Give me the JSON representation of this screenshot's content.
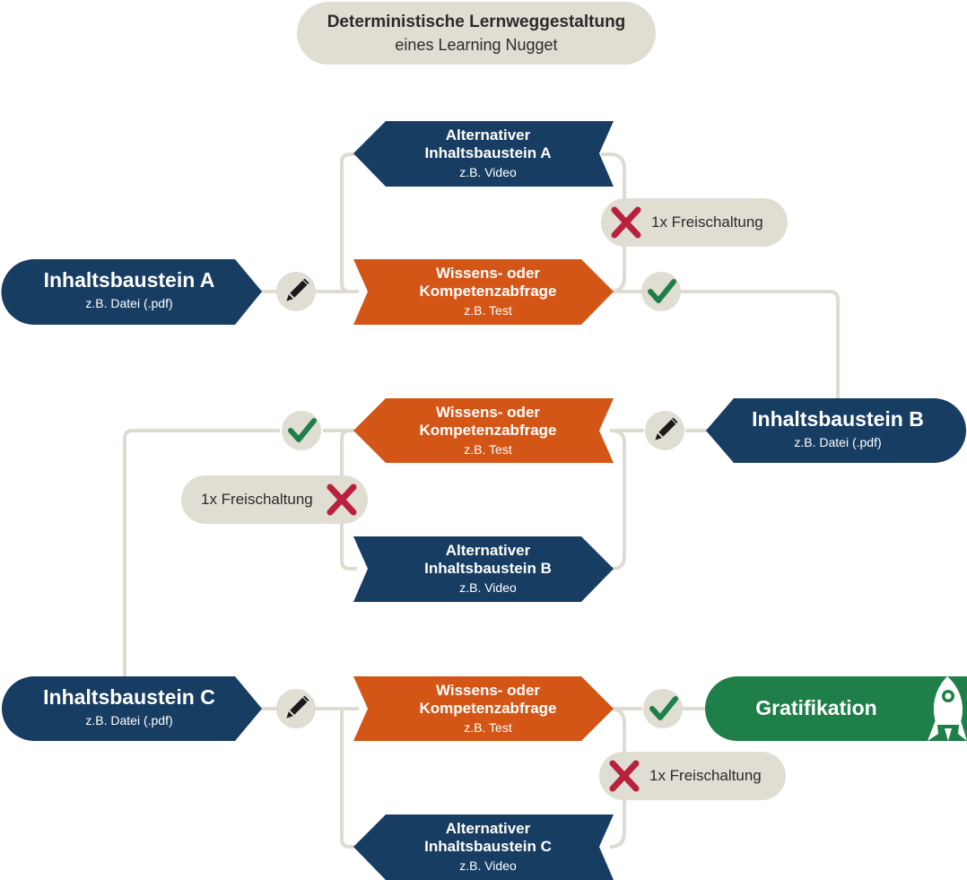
{
  "header": {
    "title": "Deterministische Lernweggestaltung",
    "subtitle": "eines Learning Nugget"
  },
  "colors": {
    "navy": "#173d63",
    "orange": "#d45617",
    "green": "#1e8048",
    "beige": "#e0ddd3",
    "check_green": "#1e8048",
    "cross_red": "#b8213c",
    "connector": "#dedbd1"
  },
  "blocks": {
    "a": {
      "title": "Inhaltsbaustein A",
      "sub": "z.B. Datei (.pdf)"
    },
    "b": {
      "title": "Inhaltsbaustein B",
      "sub": "z.B. Datei (.pdf)"
    },
    "c": {
      "title": "Inhaltsbaustein C",
      "sub": "z.B. Datei (.pdf)"
    },
    "alt_a": {
      "line1": "Alternativer",
      "line2": "Inhaltsbaustein A",
      "sub": "z.B. Video"
    },
    "alt_b": {
      "line1": "Alternativer",
      "line2": "Inhaltsbaustein B",
      "sub": "z.B. Video"
    },
    "alt_c": {
      "line1": "Alternativer",
      "line2": "Inhaltsbaustein C",
      "sub": "z.B. Video"
    },
    "quiz_1": {
      "line1": "Wissens- oder",
      "line2": "Kompetenzabfrage",
      "sub": "z.B. Test"
    },
    "quiz_2": {
      "line1": "Wissens- oder",
      "line2": "Kompetenzabfrage",
      "sub": "z.B. Test"
    },
    "quiz_3": {
      "line1": "Wissens- oder",
      "line2": "Kompetenzabfrage",
      "sub": "z.B. Test"
    },
    "gratification": {
      "title": "Gratifikation",
      "icon": "rocket-icon"
    }
  },
  "unlock": {
    "u1": "1x Freischaltung",
    "u2": "1x Freischaltung",
    "u3": "1x Freischaltung"
  },
  "icons": {
    "edit": "pencil-icon",
    "pass": "check-icon",
    "fail": "cross-icon"
  }
}
